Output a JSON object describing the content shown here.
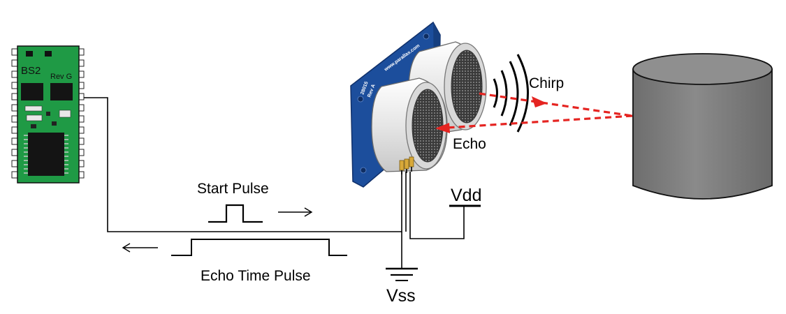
{
  "labels": {
    "chirp": "Chirp",
    "echo": "Echo",
    "start_pulse": "Start Pulse",
    "echo_time_pulse": "Echo Time Pulse",
    "vdd": "Vdd",
    "vss": "Vss"
  },
  "bs2_module": {
    "name": "BS2",
    "revision": "Rev G"
  },
  "sensor_board": {
    "model": "28015",
    "revision": "Rev A",
    "url": "www.parallax.com"
  },
  "colors": {
    "pcb_green": "#1f9a45",
    "sensor_blue": "#1c4e9c",
    "signal_red": "#e52421",
    "cylinder_gray": "#7f7f7f",
    "wire": "#000000"
  },
  "icons": {
    "arrow_right": "right-arrow-icon",
    "arrow_left": "left-arrow-icon",
    "ground": "ground-symbol-icon"
  }
}
